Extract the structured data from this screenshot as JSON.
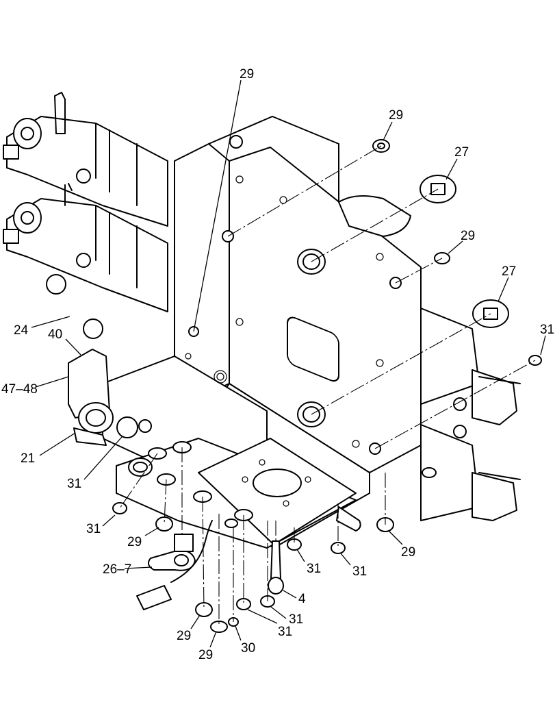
{
  "diagram": {
    "callouts": [
      {
        "id": "c29-top",
        "label": "29"
      },
      {
        "id": "c29-upper-right",
        "label": "29"
      },
      {
        "id": "c27-upper",
        "label": "27"
      },
      {
        "id": "c29-mid-right",
        "label": "29"
      },
      {
        "id": "c27-lower",
        "label": "27"
      },
      {
        "id": "c31-right",
        "label": "31"
      },
      {
        "id": "c24",
        "label": "24"
      },
      {
        "id": "c40",
        "label": "40"
      },
      {
        "id": "c47-48",
        "label": "47–48"
      },
      {
        "id": "c21",
        "label": "21"
      },
      {
        "id": "c31-left",
        "label": "31"
      },
      {
        "id": "c31-lower-left",
        "label": "31"
      },
      {
        "id": "c29-lower-left",
        "label": "29"
      },
      {
        "id": "c26-7",
        "label": "26–7"
      },
      {
        "id": "c31-bottom-a",
        "label": "31"
      },
      {
        "id": "c31-bottom-b",
        "label": "31"
      },
      {
        "id": "c29-bottom-right",
        "label": "29"
      },
      {
        "id": "c4",
        "label": "4"
      },
      {
        "id": "c31-bottom-c",
        "label": "31"
      },
      {
        "id": "c31-bottom-d",
        "label": "31"
      },
      {
        "id": "c29-bottom-a",
        "label": "29"
      },
      {
        "id": "c29-bottom-b",
        "label": "29"
      },
      {
        "id": "c30",
        "label": "30"
      }
    ]
  }
}
